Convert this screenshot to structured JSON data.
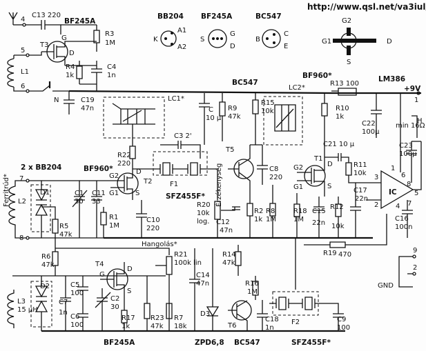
{
  "url": "http://www.qsl.net/va3iul/",
  "pinouts": {
    "bb204": {
      "name": "BB204",
      "pins": [
        "K",
        "A1",
        "A2"
      ]
    },
    "bf245a": {
      "name": "BF245A",
      "pins": [
        "S",
        "G",
        "D"
      ]
    },
    "bc547": {
      "name": "BC547",
      "pins": [
        "B",
        "C",
        "E"
      ]
    },
    "bf960": {
      "pins": [
        "G2",
        "G1",
        "D",
        "S"
      ]
    }
  },
  "front": {
    "antenna_pin": "4",
    "c13": "C13 220",
    "t3_type": "BF245A",
    "t3": "T3",
    "t3_g": "G",
    "t3_d": "D",
    "r3": "R3",
    "r3_val": "1M",
    "r4": "R4",
    "r4_val": "1k",
    "c4": "C4",
    "c4_val": "1n",
    "pin5": "5",
    "pin6": "6",
    "l1": "L1",
    "switch": "N",
    "c19": "C19",
    "c19_val": "47n"
  },
  "lc": {
    "lc1": "LC1*",
    "lc2": "LC2*"
  },
  "input": {
    "bb204": "2 x BB204",
    "ferrite": "Ferritrúd*",
    "pin7": "7",
    "pin8": "8",
    "l2": "L2",
    "d1": "D1",
    "c1": "C1",
    "c1_val": "30",
    "c11": "C11",
    "c11_val": "33",
    "r5": "R5",
    "r5_val": "47k",
    "r6": "R6",
    "r6_val": "47k"
  },
  "mixer": {
    "bf960": "BF960*",
    "r22": "R22",
    "r22_val": "220",
    "t2": "T2",
    "g2": "G2",
    "g1": "G1",
    "d": "D",
    "s": "S",
    "r1": "R1",
    "r1_val": "1M",
    "c10": "C10",
    "c10_val": "220"
  },
  "filter1": {
    "c3": "C3 2'",
    "f1": "F1",
    "type": "SFZ455F*"
  },
  "sens": {
    "label": "Érzékenység",
    "r20": "R20",
    "r20_val": "10k",
    "r20_taper": "log.",
    "c12": "C12",
    "c12_val": "47n"
  },
  "amp": {
    "bc547": "BC547",
    "c": "C",
    "c_val": "10 µ",
    "r9": "R9",
    "r9_val": "47k",
    "t5": "T5",
    "r15": "R15",
    "r15_val": "10k",
    "c8": "C8",
    "c8_val": "220",
    "r2": "R2",
    "r2_val": "1k",
    "r8": "R8",
    "r8_val": "1M"
  },
  "demod": {
    "bf960": "BF960*",
    "t1": "T1",
    "g2": "G2",
    "g1": "G1",
    "d": "D",
    "s": "S",
    "r10": "R10",
    "r10_val": "1k",
    "r13": "R13 100",
    "c21": "C21 10 µ",
    "r11": "R11",
    "r11_val": "10k",
    "r18": "R18",
    "r18_val": "1M",
    "c15": "C15",
    "c15_val": "22n",
    "r12": "R12",
    "r12_val": "10k",
    "c17": "C17",
    "c17_val": "22n",
    "r19": "R19",
    "r19_val": "470"
  },
  "audio": {
    "lm386": "LM386",
    "supply": "+9V",
    "pin1": "1",
    "c22": "C22",
    "c22_val": "100µ",
    "speaker": "min 16Ω",
    "h": "H",
    "c23": "C23",
    "c23_val": "100µ",
    "ic": "IC",
    "p3": "3",
    "p2": "2",
    "p4": "4",
    "p5": "5",
    "p6": "6",
    "p7": "7",
    "p8": "8",
    "p1": "1",
    "c16": "C16",
    "c16_val": "100n"
  },
  "tuning": {
    "label": "Hangolás*",
    "r21": "R21",
    "r21_val": "100k lin",
    "t4": "T4",
    "g": "G",
    "d": "D",
    "s": "S",
    "c14": "C14",
    "c14_val": "47n",
    "r14": "R14",
    "r14_val": "47k",
    "r16": "R16",
    "r16_val": "1M",
    "t6": "T6",
    "d3": "D3",
    "zpd": "ZPD6,8",
    "c18": "C18",
    "c18_val": "1n",
    "f2": "F2",
    "c9": "C9",
    "c9_val": "100",
    "r23": "R23",
    "r23_val": "47k",
    "r7": "R7",
    "r7_val": "18k",
    "r17": "R17",
    "r17_val": "1k",
    "t4_type": "BF245A",
    "t6_type": "BC547",
    "f2_type": "SFZ455F*"
  },
  "osc": {
    "l3": "L3",
    "l3_val": "15 µH",
    "d2": "D2",
    "c7": "C7",
    "c7_val": "1n",
    "c5": "C5",
    "c5_val": "100",
    "c2": "C2",
    "c2_val": "30",
    "c6": "C6",
    "c6_val": "100"
  },
  "pins": {
    "p9": "9",
    "p2": "2",
    "gnd": "GND"
  }
}
